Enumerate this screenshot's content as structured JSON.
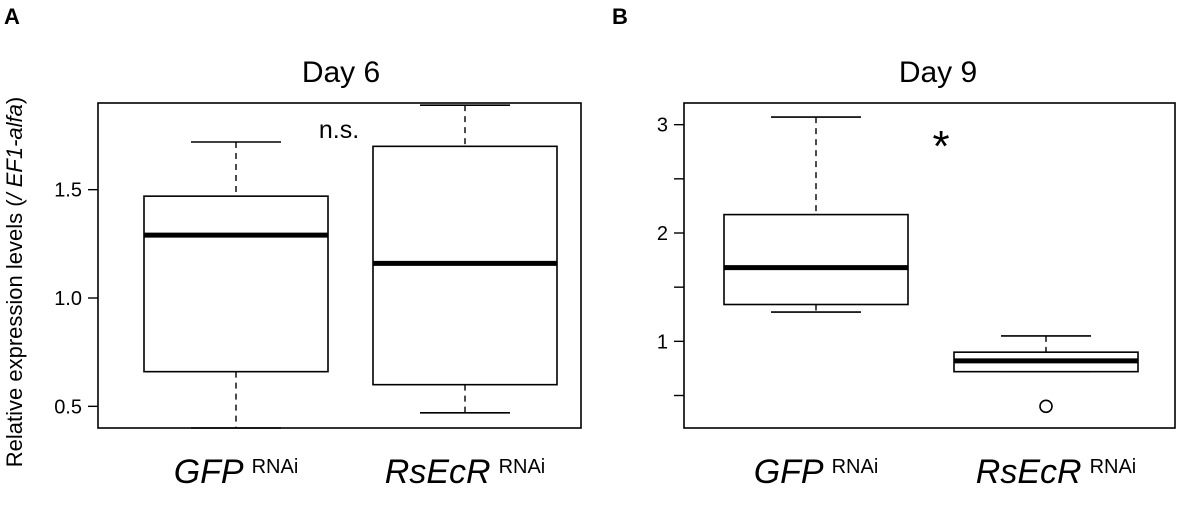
{
  "ylabel": {
    "prefix": "Relative expression levels (",
    "italic": "/ EF1-alfa",
    "suffix": ")"
  },
  "chart_data": [
    {
      "type": "boxplot",
      "panel_letter": "A",
      "title": "Day 6",
      "annotation": "n.s.",
      "ylim": [
        0.4,
        1.9
      ],
      "yticks": [
        0.5,
        1.0,
        1.5
      ],
      "ytick_labels": [
        "0.5",
        "1.0",
        "1.5"
      ],
      "grid": false,
      "groups": [
        {
          "name_italic": "GFP",
          "name_super": "RNAi",
          "whisker_low": 0.4,
          "q1": 0.66,
          "median": 1.29,
          "q3": 1.47,
          "whisker_high": 1.72,
          "outliers": []
        },
        {
          "name_italic": "RsEcR",
          "name_super": "RNAi",
          "whisker_low": 0.47,
          "q1": 0.6,
          "median": 1.16,
          "q3": 1.7,
          "whisker_high": 1.89,
          "outliers": []
        }
      ]
    },
    {
      "type": "boxplot",
      "panel_letter": "B",
      "title": "Day 9",
      "annotation": "*",
      "ylim": [
        0.2,
        3.2
      ],
      "yticks": [
        0.5,
        1,
        1.5,
        2,
        2.5,
        3
      ],
      "ytick_labels": [
        "",
        "1",
        "",
        "2",
        "",
        "3"
      ],
      "grid": false,
      "groups": [
        {
          "name_italic": "GFP",
          "name_super": "RNAi",
          "whisker_low": 1.27,
          "q1": 1.34,
          "median": 1.68,
          "q3": 2.17,
          "whisker_high": 3.07,
          "outliers": []
        },
        {
          "name_italic": "RsEcR",
          "name_super": "RNAi",
          "whisker_low": 0.72,
          "q1": 0.72,
          "median": 0.82,
          "q3": 0.9,
          "whisker_high": 1.05,
          "outliers": [
            0.4
          ]
        }
      ]
    }
  ]
}
